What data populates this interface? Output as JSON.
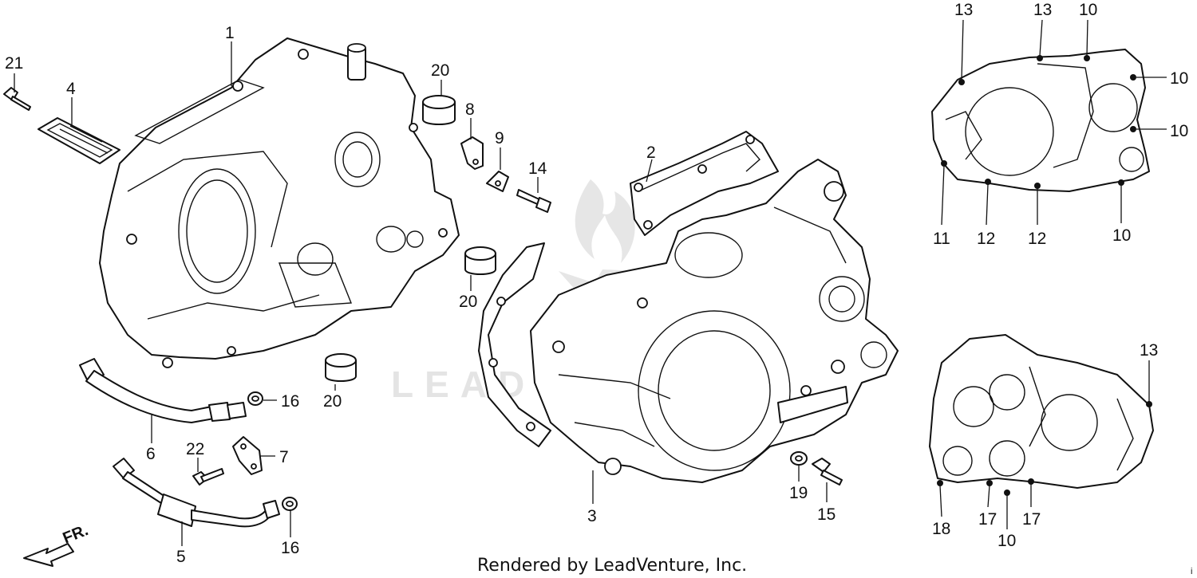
{
  "diagram": {
    "footer": "Rendered by LeadVenture, Inc.",
    "watermark": "LEADVENTURE",
    "direction_label": "FR.",
    "corner_mark": "i",
    "callouts": {
      "c1": "1",
      "c2": "2",
      "c3": "3",
      "c4": "4",
      "c5": "5",
      "c6": "6",
      "c7": "7",
      "c8": "8",
      "c9": "9",
      "c14": "14",
      "c15": "15",
      "c16a": "16",
      "c16b": "16",
      "c19": "19",
      "c20a": "20",
      "c20b": "20",
      "c20c": "20",
      "c21": "21",
      "c22": "22",
      "r13a": "13",
      "r13b": "13",
      "r10a": "10",
      "r10b": "10",
      "r10c": "10",
      "r10d": "10",
      "r11": "11",
      "r12a": "12",
      "r12b": "12",
      "r13c": "13",
      "r18": "18",
      "r17a": "17",
      "r17b": "17",
      "r10e": "10"
    }
  }
}
